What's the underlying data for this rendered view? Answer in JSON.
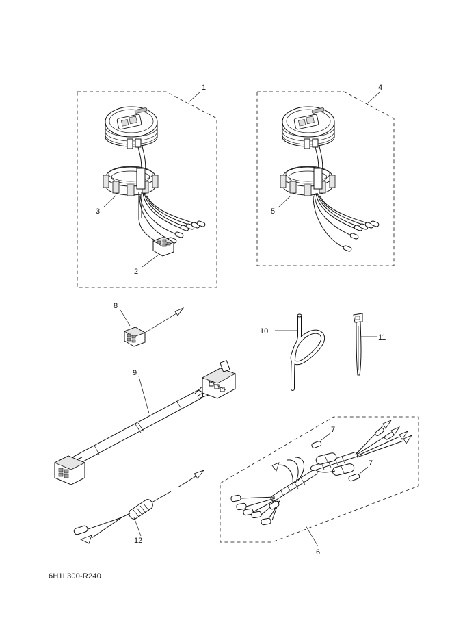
{
  "diagram": {
    "callouts": {
      "c1": "1",
      "c2": "2",
      "c3": "3",
      "c4": "4",
      "c5": "5",
      "c6": "6",
      "c7a": "7",
      "c7b": "7",
      "c8": "8",
      "c9": "9",
      "c10": "10",
      "c11": "11",
      "c12": "12"
    },
    "drawing_code": "6H1L300-R240"
  }
}
